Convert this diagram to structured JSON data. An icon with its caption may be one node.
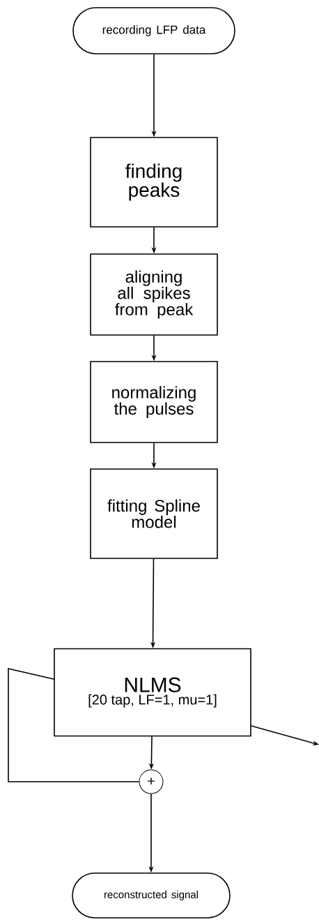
{
  "diagram": {
    "nodes": [
      {
        "text": [
          "recording LFP data"
        ]
      },
      {
        "text": [
          "finding peaks"
        ]
      },
      {
        "text": [
          "aligning all spikes from peak"
        ]
      },
      {
        "text": [
          "normalizing the pulses"
        ]
      },
      {
        "text": [
          "fitting Spline model"
        ]
      },
      {
        "text": [
          "NLMS",
          "[20 tap, LF=1, mu=1]"
        ]
      },
      {
        "text": [
          "+"
        ]
      },
      {
        "text": [
          "reconstructed signal"
        ]
      }
    ],
    "edges": [
      {
        "from": 0,
        "to": 1,
        "arrow": "to"
      },
      {
        "from": 1,
        "to": 2,
        "arrow": "to"
      },
      {
        "from": 2,
        "to": 3,
        "arrow": "to"
      },
      {
        "from": 3,
        "to": 4,
        "arrow": "to"
      },
      {
        "from": 4,
        "to": 5,
        "arrow": "to"
      },
      {
        "from": 5,
        "to": 6,
        "arrow": "to"
      },
      {
        "from": 6,
        "to": 7,
        "arrow": "to"
      },
      {
        "from": 6,
        "to": 5,
        "arrow": "none"
      },
      {
        "from": 5,
        "to": null,
        "arrow": "to"
      }
    ]
  }
}
